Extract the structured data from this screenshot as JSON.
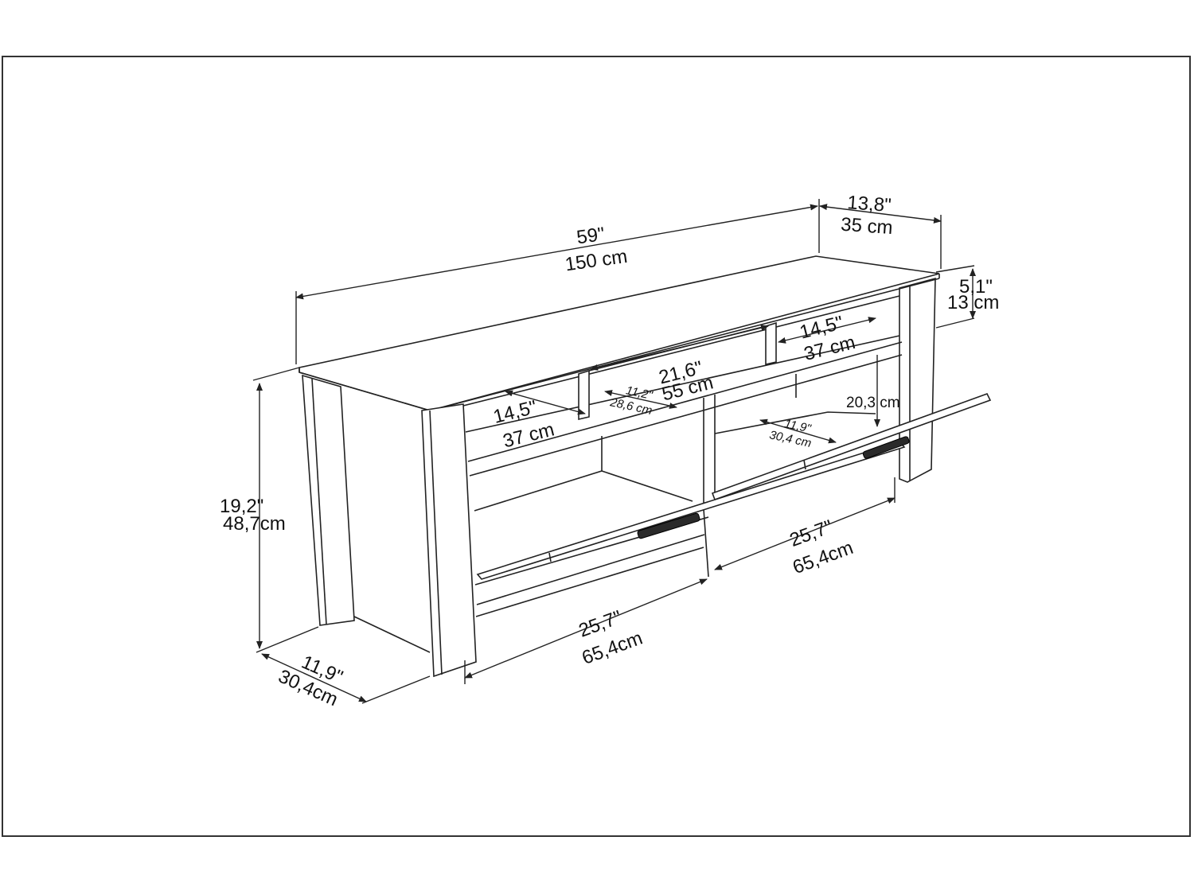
{
  "dimensions": {
    "width_in": "59\"",
    "width_cm": "150 cm",
    "depth_in": "13,8\"",
    "depth_cm": "35 cm",
    "top_thickness_in": "5,1\"",
    "top_thickness_cm": "13 cm",
    "height_in": "19,2\"",
    "height_cm": "48,7cm",
    "side_depth_in": "11,9\"",
    "side_depth_cm": "30,4cm",
    "left_shelf_in": "14,5\"",
    "left_shelf_cm": "37 cm",
    "middle_shelf_in": "21,6\"",
    "middle_shelf_cm": "55 cm",
    "middle_depth_in": "11,2\"",
    "middle_depth_cm": "28,6 cm",
    "right_shelf_in": "14,5\"",
    "right_shelf_cm": "37 cm",
    "right_height_cm": "20,3 cm",
    "right_depth_in": "11,9\"",
    "right_depth_cm": "30,4 cm",
    "door_right_in": "25,7\"",
    "door_right_cm": "65,4cm",
    "door_left_in": "25,7\"",
    "door_left_cm": "65,4cm"
  }
}
